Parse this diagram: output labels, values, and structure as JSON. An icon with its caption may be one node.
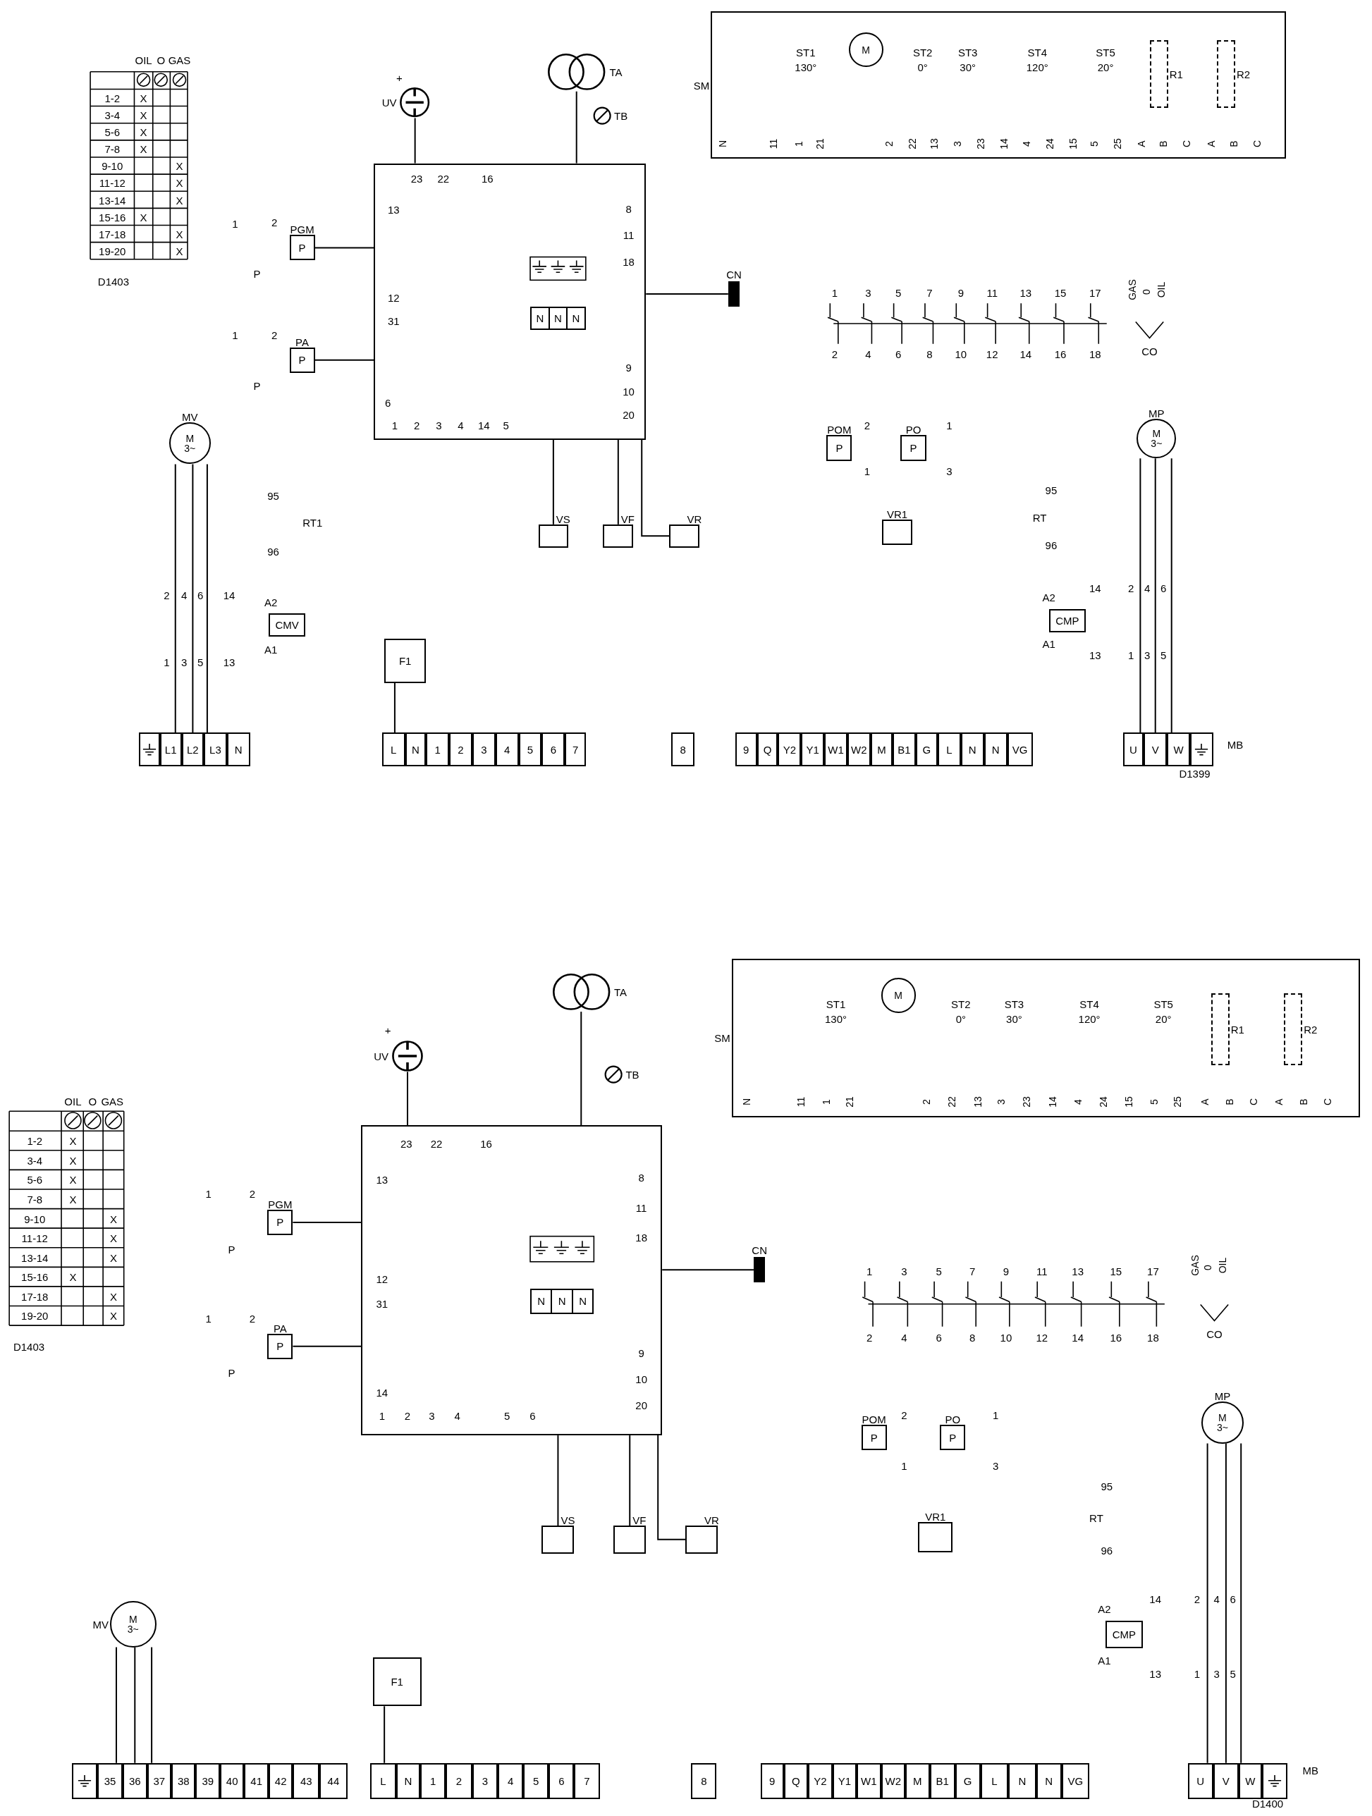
{
  "diagram": {
    "nodes": [
      {
        "text": [
          "SM"
        ]
      },
      {
        "text": [
          "M"
        ],
        "in": 0
      },
      {
        "text": [
          "R1"
        ],
        "in": 0
      },
      {
        "text": [
          "R2"
        ],
        "in": 0
      },
      {
        "text": [
          "TA"
        ]
      },
      {
        "text": [
          "UV"
        ]
      },
      {
        "text": [
          "TB"
        ]
      },
      {
        "text": [],
        "shape": "box"
      },
      {
        "text": [
          "N",
          "N",
          "N"
        ],
        "in": 7
      },
      {
        "text": [
          "PGM",
          "P"
        ]
      },
      {
        "text": [
          "PA",
          "P"
        ]
      },
      {
        "text": [
          "MV",
          "M",
          "3~"
        ]
      },
      {
        "text": [
          "CMV"
        ]
      },
      {
        "text": [
          "F1"
        ]
      },
      {
        "text": [
          "CN"
        ]
      },
      {
        "text": [
          "VS"
        ]
      },
      {
        "text": [
          "VF"
        ]
      },
      {
        "text": [
          "VR"
        ]
      },
      {
        "text": [
          "POM",
          "P"
        ]
      },
      {
        "text": [
          "PO",
          "P"
        ]
      },
      {
        "text": [
          "VR1"
        ]
      },
      {
        "text": [
          "MP",
          "M",
          "3~"
        ]
      },
      {
        "text": [
          "CMP"
        ]
      },
      {
        "text": [],
        "shape": "box"
      },
      {
        "text": [
          "L1"
        ]
      },
      {
        "text": [
          "L2"
        ]
      },
      {
        "text": [
          "L3"
        ]
      },
      {
        "text": [
          "N"
        ]
      },
      {
        "text": [
          "L"
        ]
      },
      {
        "text": [
          "N"
        ]
      },
      {
        "text": [
          "1"
        ]
      },
      {
        "text": [
          "2"
        ]
      },
      {
        "text": [
          "3"
        ]
      },
      {
        "text": [
          "4"
        ]
      },
      {
        "text": [
          "5"
        ]
      },
      {
        "text": [
          "6"
        ]
      },
      {
        "text": [
          "7"
        ]
      },
      {
        "text": [
          "8"
        ]
      },
      {
        "text": [
          "9"
        ]
      },
      {
        "text": [
          "Q"
        ]
      },
      {
        "text": [
          "Y2"
        ]
      },
      {
        "text": [
          "Y1"
        ]
      },
      {
        "text": [
          "W1"
        ]
      },
      {
        "text": [
          "W2"
        ]
      },
      {
        "text": [
          "M"
        ]
      },
      {
        "text": [
          "B1"
        ]
      },
      {
        "text": [
          "G"
        ]
      },
      {
        "text": [
          "L"
        ]
      },
      {
        "text": [
          "N"
        ]
      },
      {
        "text": [
          "N"
        ]
      },
      {
        "text": [
          "VG"
        ]
      },
      {
        "text": [
          "U"
        ]
      },
      {
        "text": [
          "V"
        ]
      },
      {
        "text": [
          "W"
        ]
      },
      {
        "text": [],
        "shape": "box"
      },
      {
        "text": [
          "SM"
        ]
      },
      {
        "text": [
          "M"
        ],
        "in": 55
      },
      {
        "text": [
          "R1"
        ],
        "in": 55
      },
      {
        "text": [
          "R2"
        ],
        "in": 55
      },
      {
        "text": [
          "TA"
        ]
      },
      {
        "text": [
          "UV"
        ]
      },
      {
        "text": [
          "TB"
        ]
      },
      {
        "text": [],
        "shape": "box"
      },
      {
        "text": [
          "N",
          "N",
          "N"
        ],
        "in": 62
      },
      {
        "text": [
          "PGM",
          "P"
        ]
      },
      {
        "text": [
          "PA",
          "P"
        ]
      },
      {
        "text": [
          "MV",
          "M",
          "3~"
        ]
      },
      {
        "text": [
          "F1"
        ]
      },
      {
        "text": [
          "CN"
        ]
      },
      {
        "text": [
          "VS"
        ]
      },
      {
        "text": [
          "VF"
        ]
      },
      {
        "text": [
          "VR"
        ]
      },
      {
        "text": [
          "POM",
          "P"
        ]
      },
      {
        "text": [
          "PO",
          "P"
        ]
      },
      {
        "text": [
          "VR1"
        ]
      },
      {
        "text": [
          "MP",
          "M",
          "3~"
        ]
      },
      {
        "text": [
          "CMP"
        ]
      },
      {
        "text": [],
        "shape": "box"
      },
      {
        "text": [
          "35"
        ]
      },
      {
        "text": [
          "36"
        ]
      },
      {
        "text": [
          "37"
        ]
      },
      {
        "text": [
          "38"
        ]
      },
      {
        "text": [
          "39"
        ]
      },
      {
        "text": [
          "40"
        ]
      },
      {
        "text": [
          "41"
        ]
      },
      {
        "text": [
          "42"
        ]
      },
      {
        "text": [
          "43"
        ]
      },
      {
        "text": [
          "44"
        ]
      },
      {
        "text": [
          "L"
        ]
      },
      {
        "text": [
          "N"
        ]
      },
      {
        "text": [
          "1"
        ]
      },
      {
        "text": [
          "2"
        ]
      },
      {
        "text": [
          "3"
        ]
      },
      {
        "text": [
          "4"
        ]
      },
      {
        "text": [
          "5"
        ]
      },
      {
        "text": [
          "6"
        ]
      },
      {
        "text": [
          "7"
        ]
      },
      {
        "text": [
          "8"
        ]
      },
      {
        "text": [
          "9"
        ]
      },
      {
        "text": [
          "Q"
        ]
      },
      {
        "text": [
          "Y2"
        ]
      },
      {
        "text": [
          "Y1"
        ]
      },
      {
        "text": [
          "W1"
        ]
      },
      {
        "text": [
          "W2"
        ]
      },
      {
        "text": [
          "M"
        ]
      },
      {
        "text": [
          "B1"
        ]
      },
      {
        "text": [
          "G"
        ]
      },
      {
        "text": [
          "L"
        ]
      },
      {
        "text": [
          "N"
        ]
      },
      {
        "text": [
          "N"
        ]
      },
      {
        "text": [
          "VG"
        ]
      },
      {
        "text": [
          "U"
        ]
      },
      {
        "text": [
          "V"
        ]
      },
      {
        "text": [
          "W"
        ]
      },
      {
        "text": [],
        "shape": "box"
      }
    ],
    "edges": [
      {
        "from": 5,
        "to": 7,
        "arrow": "none"
      },
      {
        "from": 4,
        "to": 7,
        "arrow": "none"
      },
      {
        "from": 9,
        "to": 7,
        "arrow": "none"
      },
      {
        "from": 10,
        "to": 7,
        "arrow": "none"
      },
      {
        "from": 14,
        "to": 7,
        "arrow": "none"
      },
      {
        "from": 7,
        "to": 15,
        "arrow": "none"
      },
      {
        "from": 7,
        "to": 16,
        "arrow": "none"
      },
      {
        "from": 7,
        "to": 17,
        "arrow": "none"
      },
      {
        "from": 11,
        "to": 24,
        "arrow": "none"
      },
      {
        "from": 11,
        "to": 25,
        "arrow": "none"
      },
      {
        "from": 11,
        "to": 26,
        "arrow": "none"
      },
      {
        "from": 13,
        "to": 28,
        "arrow": "none"
      },
      {
        "from": 21,
        "to": 51,
        "arrow": "none"
      },
      {
        "from": 21,
        "to": 52,
        "arrow": "none"
      },
      {
        "from": 21,
        "to": 53,
        "arrow": "none"
      },
      {
        "from": 60,
        "to": 62,
        "arrow": "none"
      },
      {
        "from": 59,
        "to": 62,
        "arrow": "none"
      },
      {
        "from": 64,
        "to": 62,
        "arrow": "none"
      },
      {
        "from": 65,
        "to": 62,
        "arrow": "none"
      },
      {
        "from": 68,
        "to": 62,
        "arrow": "none"
      },
      {
        "from": 62,
        "to": 69,
        "arrow": "none"
      },
      {
        "from": 62,
        "to": 70,
        "arrow": "none"
      },
      {
        "from": 62,
        "to": 71,
        "arrow": "none"
      },
      {
        "from": 66,
        "to": 78,
        "arrow": "none"
      },
      {
        "from": 66,
        "to": 79,
        "arrow": "none"
      },
      {
        "from": 66,
        "to": 80,
        "arrow": "none"
      },
      {
        "from": 67,
        "to": 88,
        "arrow": "none"
      },
      {
        "from": 75,
        "to": 111,
        "arrow": "none"
      },
      {
        "from": 75,
        "to": 112,
        "arrow": "none"
      },
      {
        "from": 75,
        "to": 113,
        "arrow": "none"
      }
    ],
    "labels": [
      "OIL",
      "O",
      "GAS",
      "1-2",
      "X",
      "3-4",
      "X",
      "5-6",
      "X",
      "7-8",
      "X",
      "9-10",
      "X",
      "11-12",
      "X",
      "13-14",
      "X",
      "15-16",
      "X",
      "17-18",
      "X",
      "19-20",
      "X",
      "D1403",
      "23",
      "22",
      "16",
      "13",
      "12",
      "31",
      "6",
      "8",
      "11",
      "18",
      "9",
      "10",
      "20",
      "1",
      "2",
      "3",
      "4",
      "14",
      "5",
      "+",
      "1",
      "2",
      "P",
      "1",
      "2",
      "P",
      "95",
      "RT1",
      "96",
      "2",
      "4",
      "6",
      "14",
      "A2",
      "1",
      "3",
      "5",
      "13",
      "A1",
      "2",
      "1",
      "1",
      "3",
      "95",
      "RT",
      "96",
      "A2",
      "A1",
      "14",
      "2",
      "4",
      "6",
      "13",
      "1",
      "3",
      "5",
      "ST1",
      "130°",
      "ST2",
      "0°",
      "ST3",
      "30°",
      "ST4",
      "120°",
      "ST5",
      "20°",
      "N",
      "11",
      "1",
      "21",
      "2",
      "22",
      "13",
      "3",
      "23",
      "14",
      "4",
      "24",
      "15",
      "5",
      "25",
      "A",
      "B",
      "C",
      "A",
      "B",
      "C",
      "1",
      "3",
      "5",
      "7",
      "9",
      "11",
      "13",
      "15",
      "17",
      "2",
      "4",
      "6",
      "8",
      "10",
      "12",
      "14",
      "16",
      "18",
      "GAS",
      "0",
      "OIL",
      "CO",
      "MB",
      "D1399",
      "OIL",
      "O",
      "GAS",
      "1-2",
      "X",
      "3-4",
      "X",
      "5-6",
      "X",
      "7-8",
      "X",
      "9-10",
      "X",
      "11-12",
      "X",
      "13-14",
      "X",
      "15-16",
      "X",
      "17-18",
      "X",
      "19-20",
      "X",
      "D1403",
      "23",
      "22",
      "16",
      "13",
      "12",
      "31",
      "14",
      "8",
      "11",
      "18",
      "9",
      "10",
      "20",
      "1",
      "2",
      "3",
      "4",
      "5",
      "6",
      "+",
      "1",
      "2",
      "P",
      "1",
      "2",
      "P",
      "2",
      "1",
      "1",
      "3",
      "95",
      "RT",
      "96",
      "A2",
      "A1",
      "14",
      "2",
      "4",
      "6",
      "13",
      "1",
      "3",
      "5",
      "ST1",
      "130°",
      "ST2",
      "0°",
      "ST3",
      "30°",
      "ST4",
      "120°",
      "ST5",
      "20°",
      "N",
      "11",
      "1",
      "21",
      "2",
      "22",
      "13",
      "3",
      "23",
      "14",
      "4",
      "24",
      "15",
      "5",
      "25",
      "A",
      "B",
      "C",
      "A",
      "B",
      "C",
      "1",
      "3",
      "5",
      "7",
      "9",
      "11",
      "13",
      "15",
      "17",
      "2",
      "4",
      "6",
      "8",
      "10",
      "12",
      "14",
      "16",
      "18",
      "GAS",
      "0",
      "OIL",
      "CO",
      "MB",
      "D1400"
    ]
  }
}
